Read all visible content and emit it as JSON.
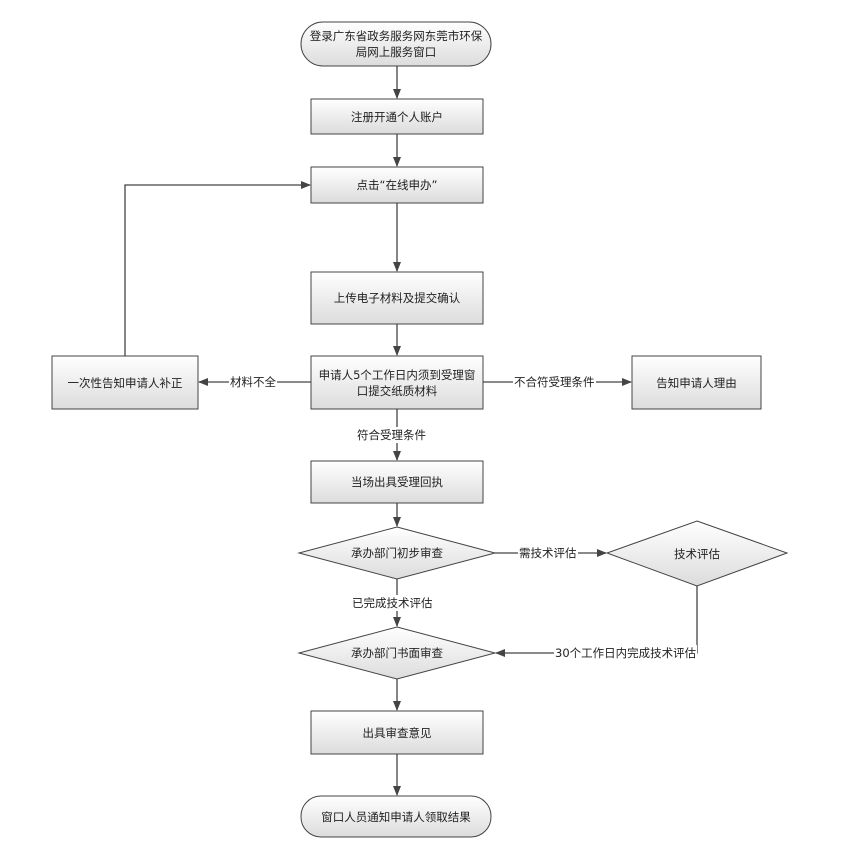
{
  "nodes": {
    "login": "登录广东省政务服务网东莞市环保局网上服务窗口",
    "register": "注册开通个人账户",
    "click_online": "点击“在线申办”",
    "upload": "上传电子材料及提交确认",
    "submit_paper": "申请人5个工作日内须到受理窗口提交纸质材料",
    "supplement": "一次性告知申请人补正",
    "notify_reason": "告知申请人理由",
    "receipt": "当场出具受理回执",
    "prelim_review": "承办部门初步审查",
    "tech_eval": "技术评估",
    "written_review": "承办部门书面审查",
    "opinion": "出具审查意见",
    "notify_collect": "窗口人员通知申请人领取结果"
  },
  "edges": {
    "incomplete": "材料不全",
    "not_meet": "不合符受理条件",
    "meet": "符合受理条件",
    "need_tech": "需技术评估",
    "tech_done": "已完成技术评估",
    "tech_30days": "30个工作日内完成技术评估"
  },
  "colors": {
    "box_top": "#ffffff",
    "box_bottom": "#dcdcdc",
    "stroke": "#444444"
  }
}
